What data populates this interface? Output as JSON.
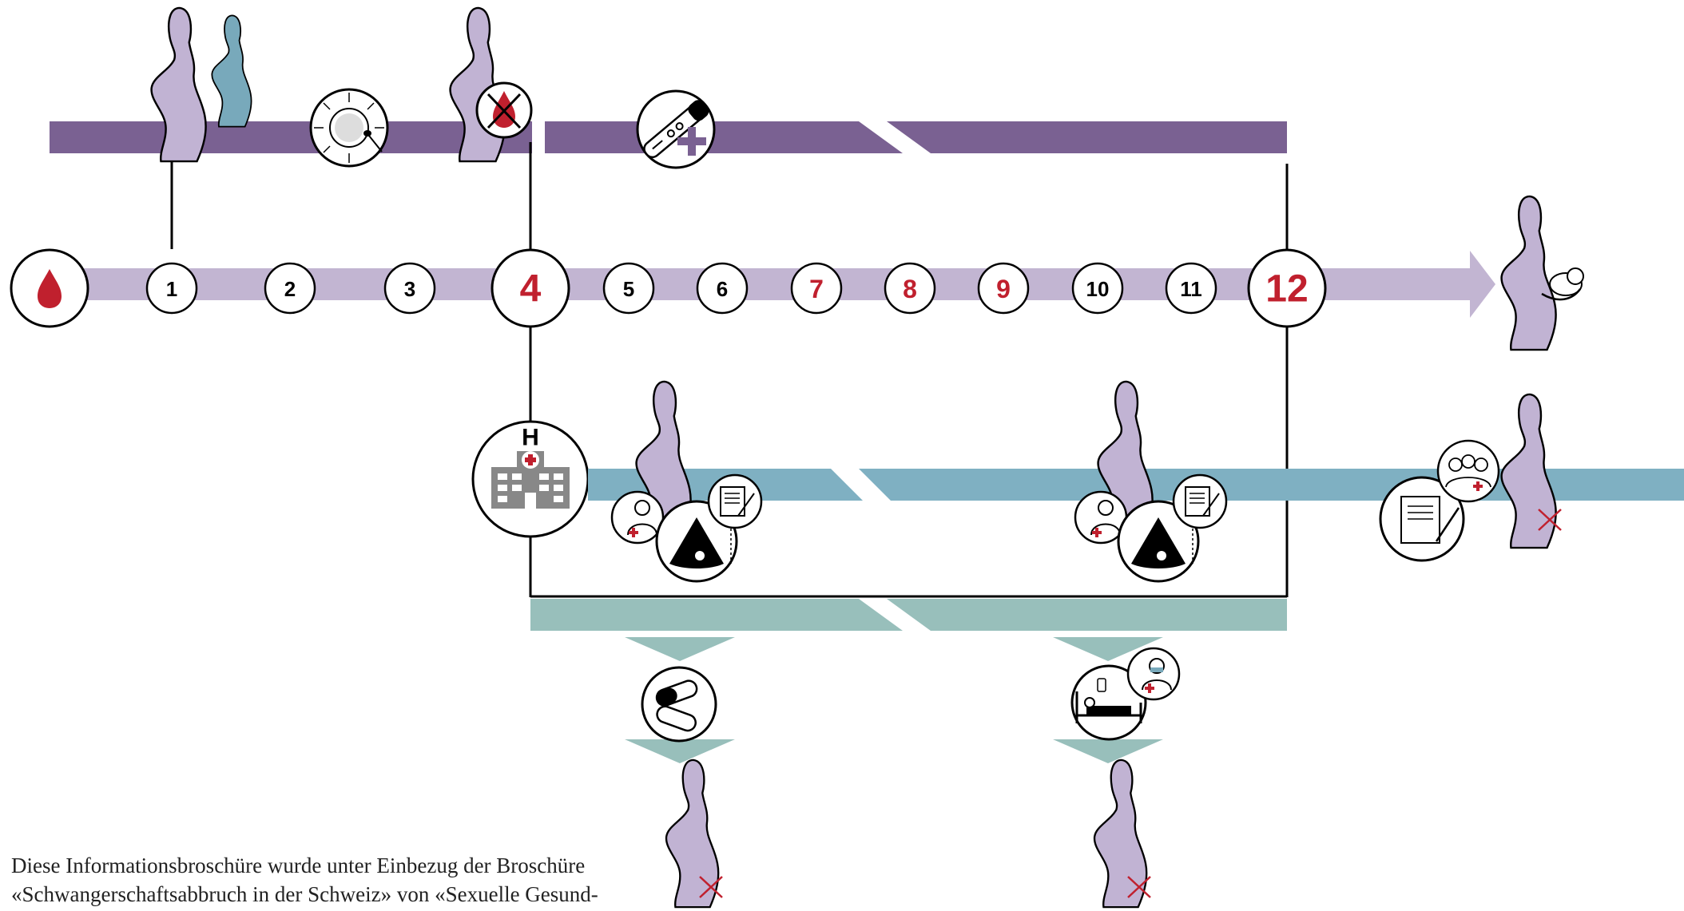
{
  "colors": {
    "purple_band": "#7a6192",
    "lavender": "#c2b5d2",
    "figure_purple": "#c1b3d3",
    "teal_band": "#7fb0c2",
    "green_band": "#98bfbb",
    "partner_blue": "#78a9bb",
    "accent_red": "#c0202e"
  },
  "timeline": {
    "weeks": [
      {
        "label": "1",
        "highlight": false
      },
      {
        "label": "2",
        "highlight": false
      },
      {
        "label": "3",
        "highlight": false
      },
      {
        "label": "4",
        "highlight": true,
        "major": true
      },
      {
        "label": "5",
        "highlight": false
      },
      {
        "label": "6",
        "highlight": false
      },
      {
        "label": "7",
        "highlight": true
      },
      {
        "label": "8",
        "highlight": true
      },
      {
        "label": "9",
        "highlight": true
      },
      {
        "label": "10",
        "highlight": false
      },
      {
        "label": "11",
        "highlight": false
      },
      {
        "label": "12",
        "highlight": true,
        "major": true
      }
    ],
    "start_icon": "blood-drop-icon",
    "end_icon": "mother-with-baby-icon"
  },
  "icons": {
    "couple": "couple-figures-icon",
    "fertilization": "egg-sperm-icon",
    "missed_period": "crossed-blood-drop-icon",
    "pregnancy_test": "positive-pregnancy-test-icon",
    "hospital": "hospital-icon",
    "consultation": "doctor-consultation-icon",
    "ultrasound": "ultrasound-icon",
    "consent_form": "signed-document-icon",
    "medication": "pills-icon",
    "surgery": "hospital-bed-icon",
    "committee": "medical-committee-icon",
    "termination": "terminated-pregnancy-icon"
  },
  "caption": {
    "line1": "Diese Informationsbroschüre wurde unter Einbezug der Broschüre",
    "line2": "«Schwangerschaftsabbruch in der Schweiz» von «Sexuelle Gesund-"
  }
}
